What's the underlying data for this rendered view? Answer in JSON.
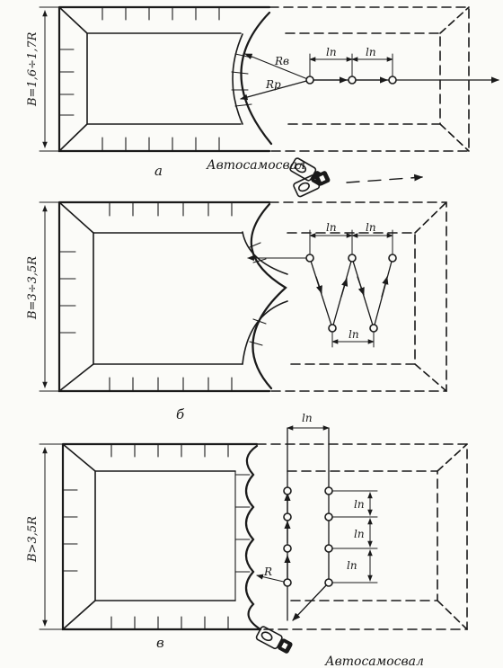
{
  "panels": [
    {
      "id": "a",
      "letter": "а",
      "width_label": "B=1,6÷1,7R",
      "radius_a_label": "Rв",
      "radius_b_label": "Rр",
      "step_label": "ln",
      "truck_label": "Автосамосвал"
    },
    {
      "id": "b",
      "letter": "б",
      "width_label": "B=3÷3,5R",
      "step_label": "ln"
    },
    {
      "id": "c",
      "letter": "в",
      "width_label": "B>3,5R",
      "radius_label": "R",
      "step_label": "ln",
      "truck_label": "Автосамосвал"
    }
  ],
  "colors": {
    "ink": "#1a1a1a",
    "paper": "#fbfbf8"
  }
}
